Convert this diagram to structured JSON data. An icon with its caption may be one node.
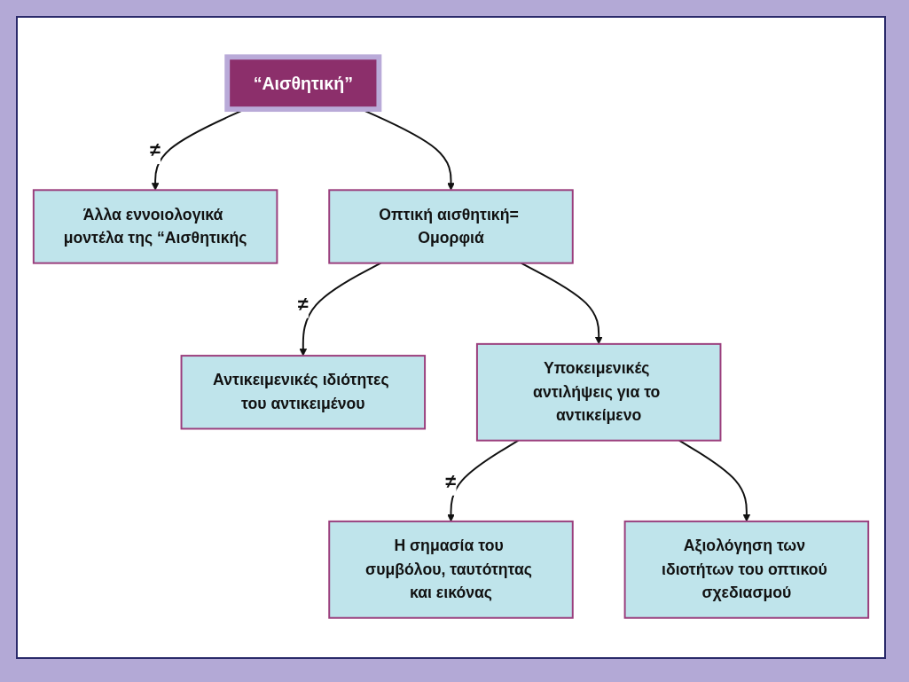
{
  "diagram": {
    "nodes": [
      {
        "text": [
          "“Αισθητική”"
        ]
      },
      {
        "text": [
          "Άλλα εννοιολογικά μοντέλα της “Αισθητικής"
        ]
      },
      {
        "text": [
          "Οπτική αισθητική= Ομορφιά"
        ]
      },
      {
        "text": [
          "Αντικειμενικές ιδιότητες του αντικειμένου"
        ]
      },
      {
        "text": [
          "Υποκειμενικές αντιλήψεις για το αντικείμενο"
        ]
      },
      {
        "text": [
          "Η σημασία του συμβόλου, ταυτότητας και εικόνας"
        ]
      },
      {
        "text": [
          "Αξιολόγηση των ιδιοτήτων του οπτικού σχεδιασμού"
        ]
      }
    ],
    "edges": [
      {
        "from": 0,
        "to": 1,
        "arrow": "to",
        "label": "≠"
      },
      {
        "from": 0,
        "to": 2,
        "arrow": "to"
      },
      {
        "from": 2,
        "to": 3,
        "arrow": "to",
        "label": "≠"
      },
      {
        "from": 2,
        "to": 4,
        "arrow": "to"
      },
      {
        "from": 4,
        "to": 5,
        "arrow": "to",
        "label": "≠"
      },
      {
        "from": 4,
        "to": 6,
        "arrow": "to"
      }
    ]
  }
}
